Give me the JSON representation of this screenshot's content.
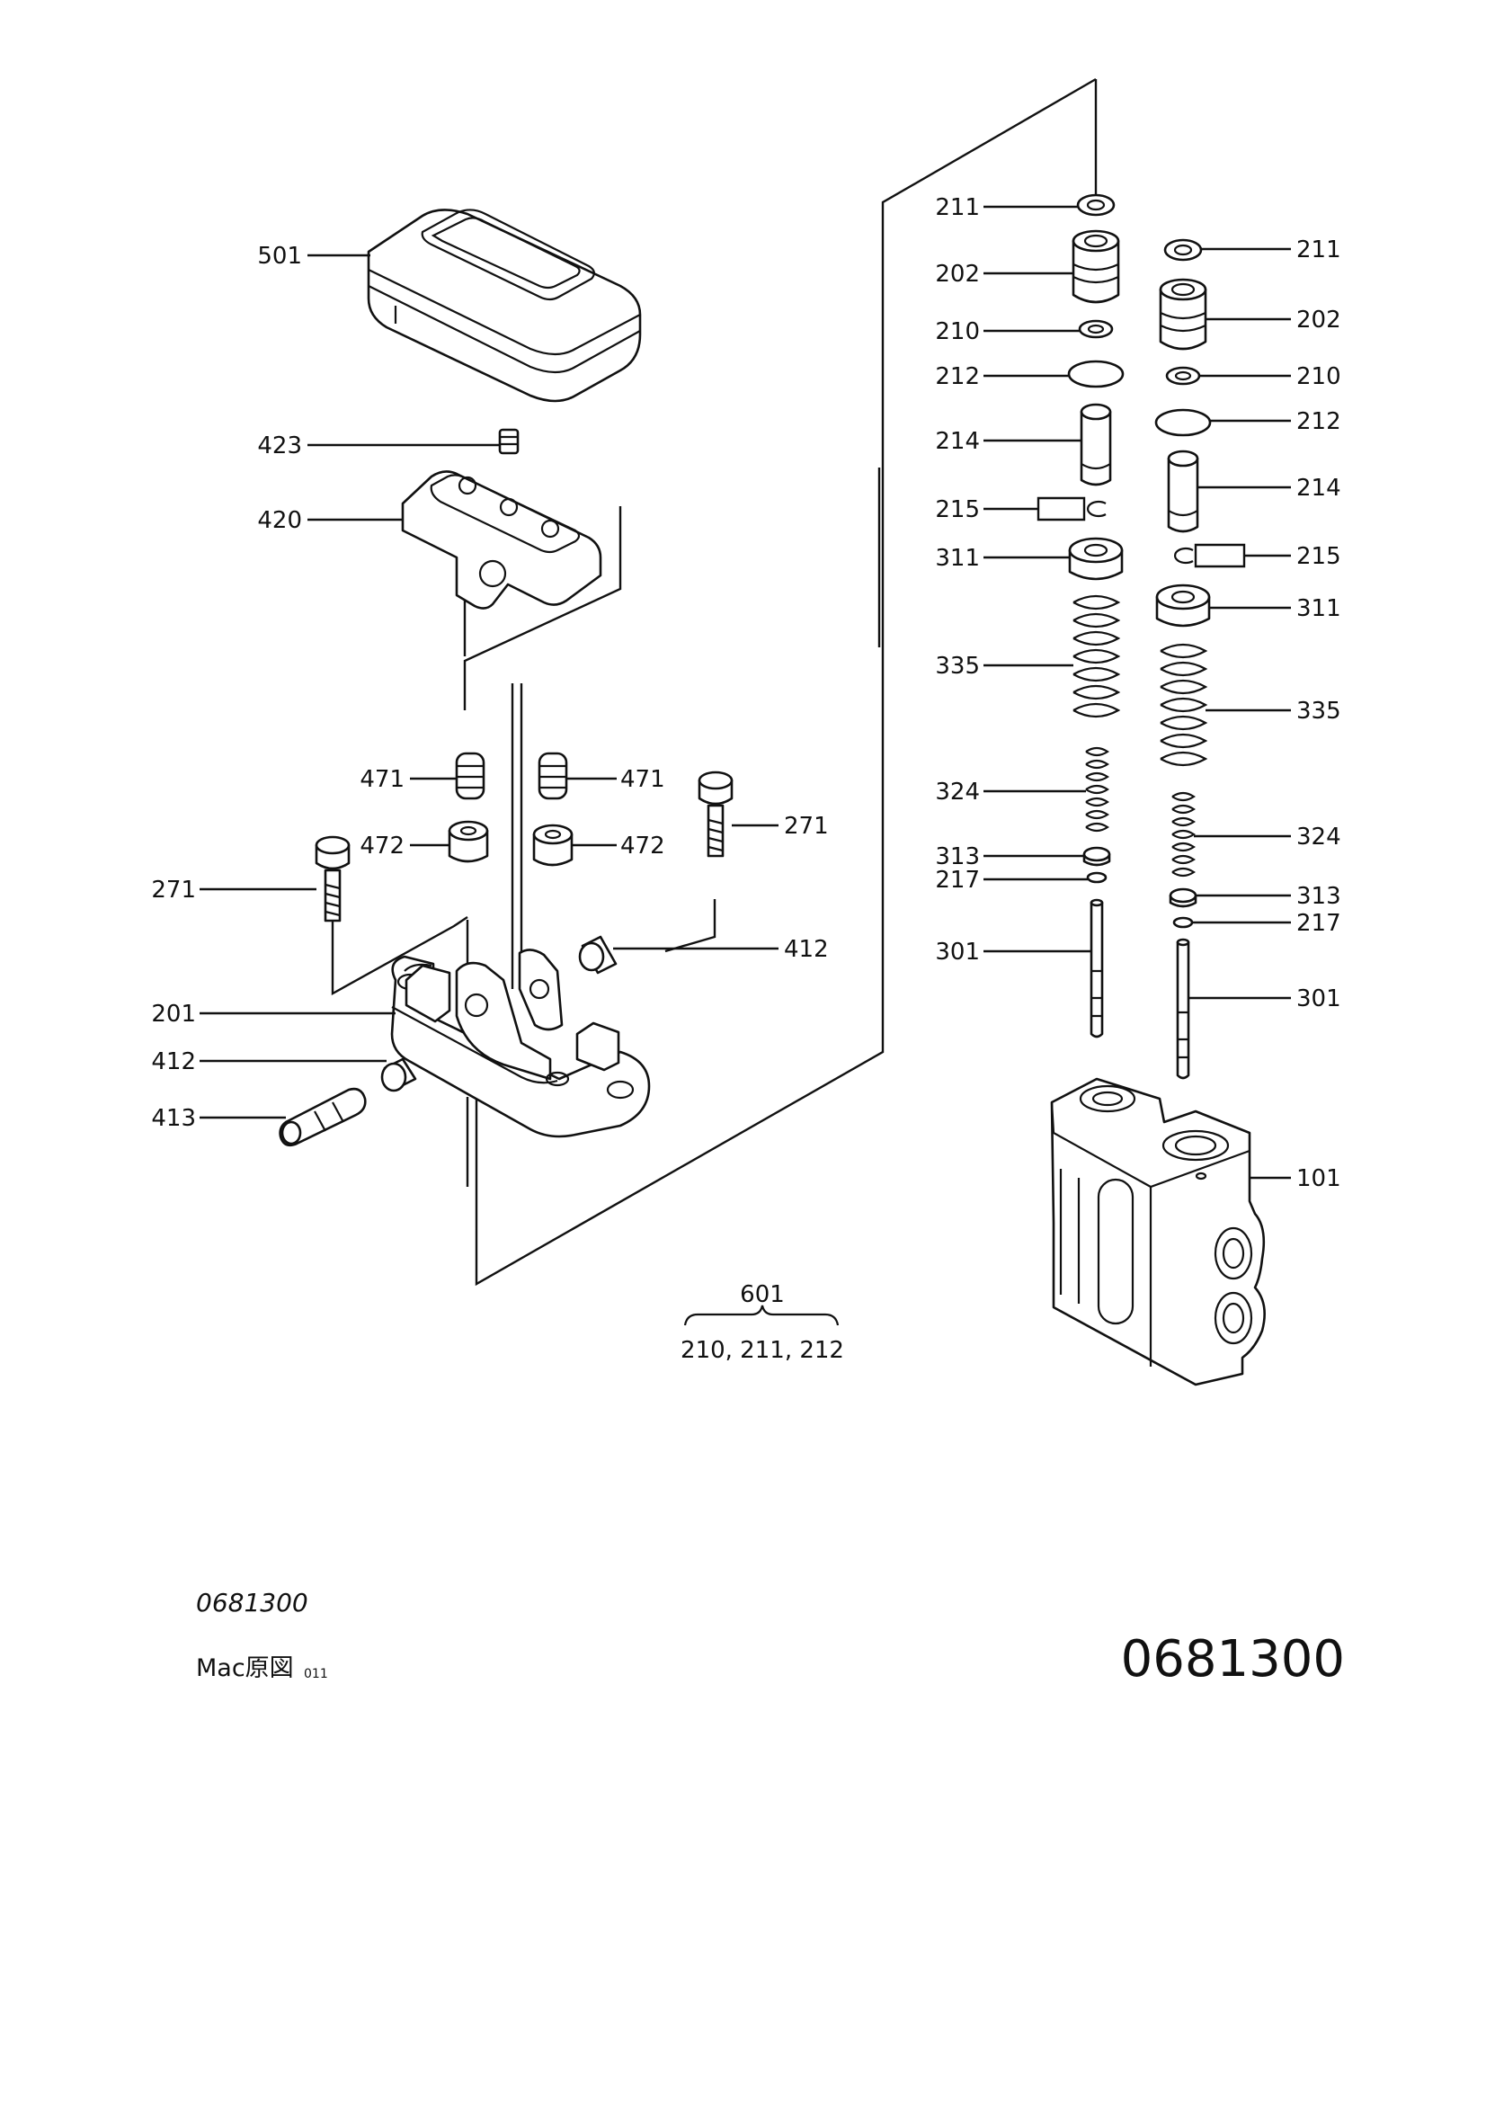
{
  "labels": {
    "p501": "501",
    "p423": "423",
    "p420": "420",
    "p471": "471",
    "p472": "472",
    "p271": "271",
    "p412": "412",
    "p201": "201",
    "p413": "413",
    "p211": "211",
    "p202": "202",
    "p210": "210",
    "p212": "212",
    "p214": "214",
    "p215": "215",
    "p311": "311",
    "p335": "335",
    "p324": "324",
    "p313": "313",
    "p217": "217",
    "p301": "301",
    "p101": "101",
    "p601": "601"
  },
  "kit_contents": "210, 211, 212",
  "footer": {
    "drawing_code": "0681300",
    "source_label": "Mac原図",
    "source_number": "011",
    "part_number": "0681300"
  }
}
